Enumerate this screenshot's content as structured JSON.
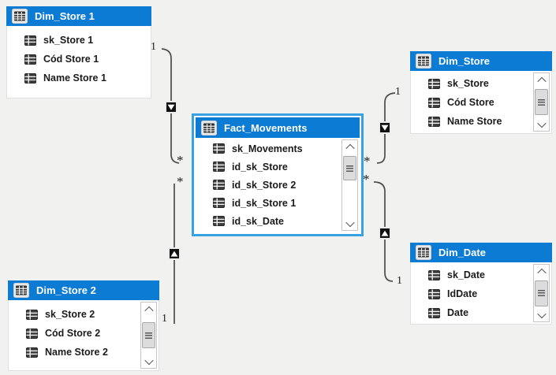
{
  "diagram": {
    "background_color": "#f1f1f0",
    "table_header_color": "#0b7bd3",
    "selection_border_color": "#36a2e1"
  },
  "tables": {
    "dim_store_1": {
      "title": "Dim_Store 1",
      "fields": [
        "sk_Store 1",
        "Cód Store 1",
        "Name Store 1"
      ]
    },
    "fact_movements": {
      "title": "Fact_Movements",
      "fields": [
        "sk_Movements",
        "id_sk_Store",
        "id_sk_Store 2",
        "id_sk_Store 1",
        "id_sk_Date"
      ]
    },
    "dim_store": {
      "title": "Dim_Store",
      "fields": [
        "sk_Store",
        "Cód Store",
        "Name Store"
      ]
    },
    "dim_date": {
      "title": "Dim_Date",
      "fields": [
        "sk_Date",
        "IdDate",
        "Date"
      ]
    },
    "dim_store_2": {
      "title": "Dim_Store 2",
      "fields": [
        "sk_Store 2",
        "Cód Store 2",
        "Name Store 2"
      ]
    }
  },
  "relationships": [
    {
      "from": "Dim_Store 1",
      "to": "Fact_Movements",
      "one_label": "1",
      "many_label": "*"
    },
    {
      "from": "Dim_Store 2",
      "to": "Fact_Movements",
      "one_label": "1",
      "many_label": "*"
    },
    {
      "from": "Dim_Store",
      "to": "Fact_Movements",
      "one_label": "1",
      "many_label": "*"
    },
    {
      "from": "Dim_Date",
      "to": "Fact_Movements",
      "one_label": "1",
      "many_label": "*"
    }
  ]
}
